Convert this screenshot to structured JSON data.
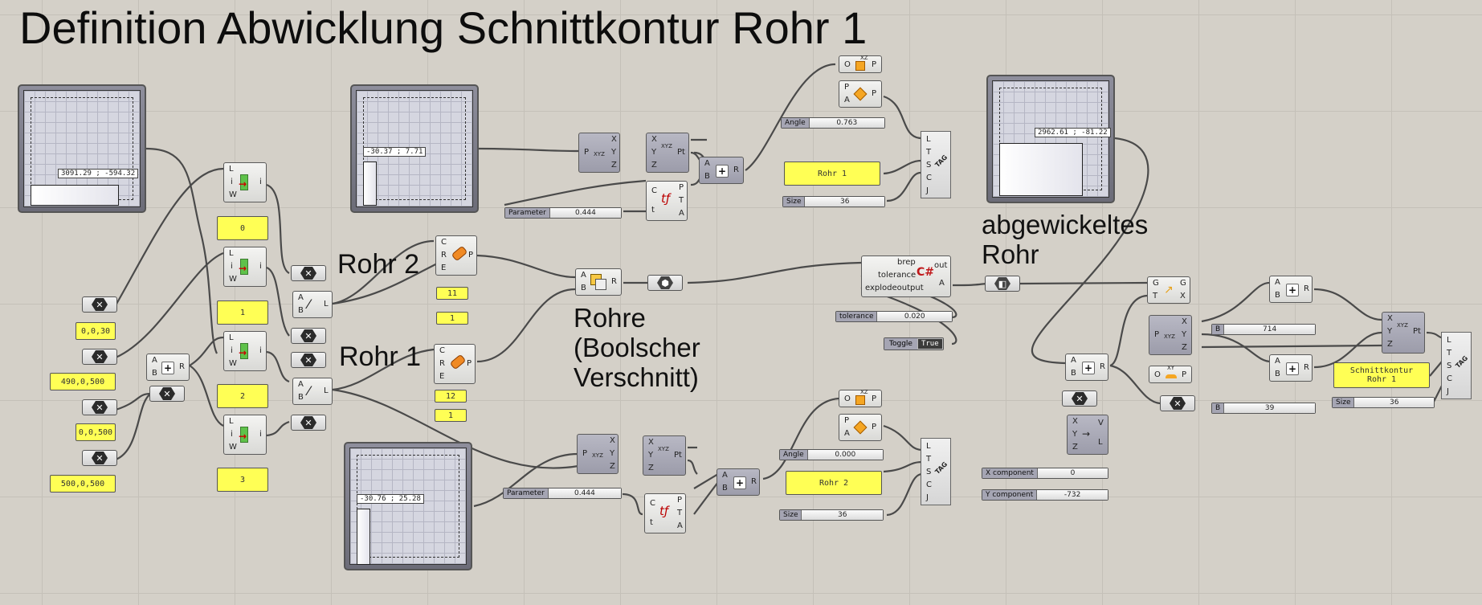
{
  "canvas": {
    "title": "Definition Abwicklung Schnittkontur Rohr 1",
    "labels": {
      "rohr2": "Rohr 2",
      "rohr1": "Rohr 1",
      "rohre": "Rohre\n(Boolscher\nVerschnitt)",
      "abgewickeltes": "abgewickeltes\nRohr"
    }
  },
  "graph_mappers": [
    {
      "id": "gm1",
      "readout": "3091.29 ; -594.32"
    },
    {
      "id": "gm2",
      "readout": "-30.37 ; 7.71"
    },
    {
      "id": "gm3",
      "readout": "-30.76 ; 25.28"
    },
    {
      "id": "gm4",
      "readout": "2962.61 ; -81.22"
    }
  ],
  "panels": {
    "p_vec1": "0,0,30",
    "p_vec2": "490,0,500",
    "p_vec3": "0,0,500",
    "p_vec4": "500,0,500",
    "p_idx0": "0",
    "p_idx1": "1",
    "p_idx2": "2",
    "p_idx3": "3",
    "p_r2_11": "11",
    "p_r2_1": "1",
    "p_r1_12": "12",
    "p_r1_1": "1",
    "p_tag_rohr1": "Rohr 1",
    "p_tag_rohr2": "Rohr 2",
    "p_tag_schnitt": "Schnittkontur\nRohr 1"
  },
  "sliders": {
    "param_top": {
      "name": "Parameter",
      "value": "0.444"
    },
    "param_bottom": {
      "name": "Parameter",
      "value": "0.444"
    },
    "angle_top": {
      "name": "Angle",
      "value": "0.763"
    },
    "angle_bottom": {
      "name": "Angle",
      "value": "0.000"
    },
    "size_top": {
      "name": "Size",
      "value": "36"
    },
    "size_bottom": {
      "name": "Size",
      "value": "36"
    },
    "size_right": {
      "name": "Size",
      "value": "36"
    },
    "tolerance": {
      "name": "tolerance",
      "value": "0.020"
    },
    "b_714": {
      "name": "B",
      "value": "714"
    },
    "b_39": {
      "name": "B",
      "value": "39"
    },
    "x_component": {
      "name": "X component",
      "value": "0"
    },
    "y_component": {
      "name": "Y component",
      "value": "-732"
    }
  },
  "toggle": {
    "name": "Toggle",
    "value": "True"
  },
  "ports": {
    "lw": [
      "L",
      "i",
      "W"
    ],
    "i": "i",
    "ab": [
      "A",
      "B"
    ],
    "r": "R",
    "l": "L",
    "cre": [
      "C",
      "R",
      "E"
    ],
    "p": "P",
    "xyz": [
      "X",
      "Y",
      "Z"
    ],
    "pt": "Pt",
    "ct": [
      "C",
      "t"
    ],
    "pta": [
      "P",
      "T",
      "A"
    ],
    "o": "O",
    "pa": [
      "P",
      "A"
    ],
    "tag": [
      "L",
      "T",
      "S",
      "C",
      "J"
    ],
    "csharp_in": [
      "brep",
      "tolerance",
      "explodeoutput"
    ],
    "csharp_out": [
      "out",
      "A"
    ],
    "gt": [
      "G",
      "T"
    ],
    "gx": [
      "G",
      "X"
    ],
    "vl": [
      "V",
      "L"
    ],
    "xz": "XZ",
    "xy": "XY",
    "tag_icon": "TAG",
    "xyz_icon": "XYZ"
  }
}
